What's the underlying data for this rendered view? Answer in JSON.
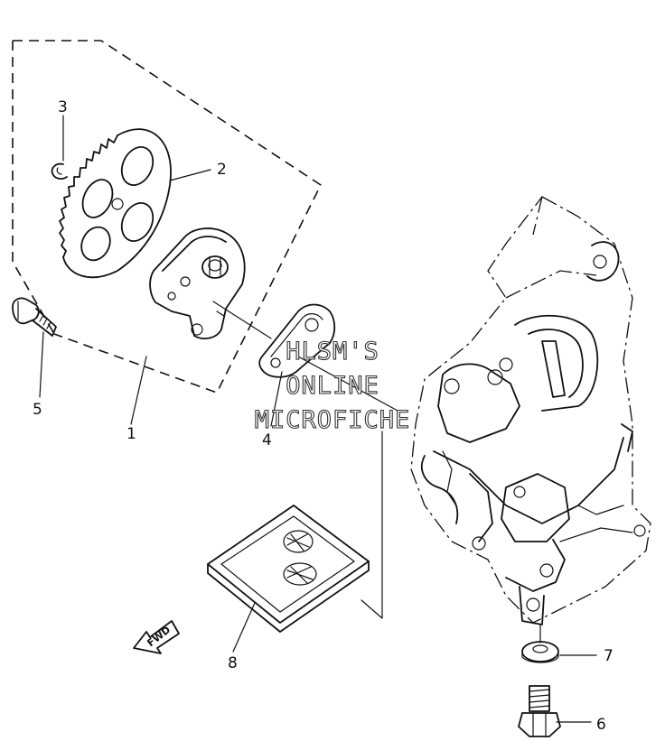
{
  "callouts": {
    "c1": "1",
    "c2": "2",
    "c3": "3",
    "c4": "4",
    "c5": "5",
    "c6": "6",
    "c7": "7",
    "c8": "8"
  },
  "watermark": {
    "line1": "HLSM'S",
    "line2": "ONLINE",
    "line3": "MICROFICHE"
  },
  "fwd_label": "FWD"
}
